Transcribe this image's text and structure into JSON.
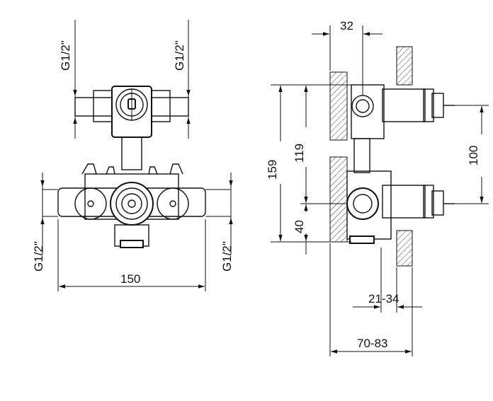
{
  "dimensions": {
    "front_top_left_thread": "G1/2\"",
    "front_top_right_thread": "G1/2\"",
    "front_bottom_left_thread": "G1/2\"",
    "front_bottom_right_thread": "G1/2\"",
    "front_width": "150",
    "side_top_offset": "32",
    "side_total_height": "159",
    "side_mid_height": "119",
    "side_lower_height": "40",
    "side_spindle_spacing": "100",
    "side_depth_short": "21-34",
    "side_depth_long": "70-83"
  }
}
